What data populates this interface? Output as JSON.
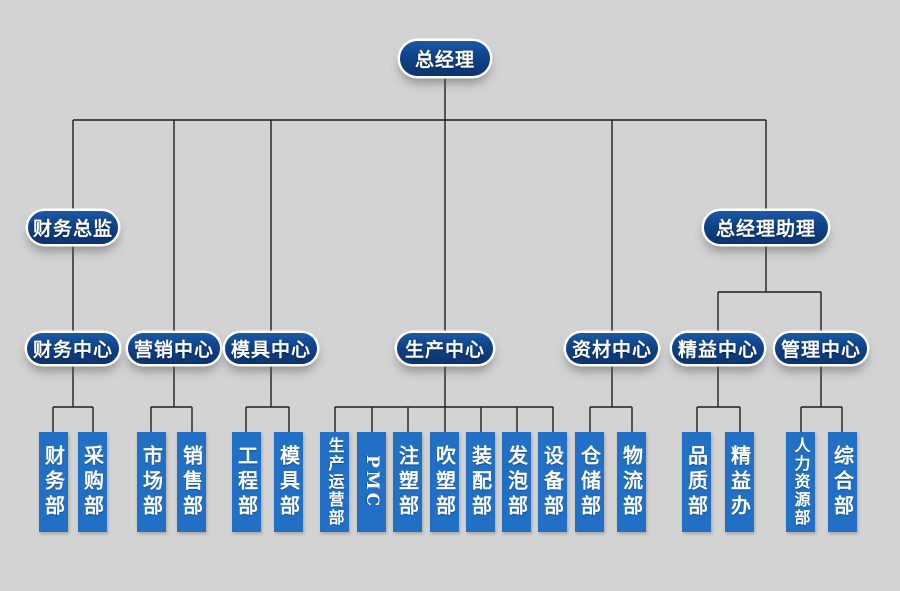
{
  "chart_type": "org-chart",
  "colors": {
    "background": "#d3d3d3",
    "pill_blue_top": "#1b59a6",
    "pill_blue_bottom": "#0b356f",
    "box_blue": "#2170c5",
    "text": "#ffffff",
    "connector_line": "#1f1f1f",
    "pill_halo": "#ffffff"
  },
  "nodes": [
    {
      "id": "general-manager",
      "label": "总经理",
      "parent": null
    },
    {
      "id": "finance-director",
      "label": "财务总监",
      "parent": "general-manager"
    },
    {
      "id": "gm-assistant",
      "label": "总经理助理",
      "parent": "general-manager"
    },
    {
      "id": "finance-center",
      "label": "财务中心",
      "parent": "finance-director"
    },
    {
      "id": "marketing-center",
      "label": "营销中心",
      "parent": "general-manager"
    },
    {
      "id": "mold-center",
      "label": "模具中心",
      "parent": "general-manager"
    },
    {
      "id": "production-center",
      "label": "生产中心",
      "parent": "general-manager"
    },
    {
      "id": "materials-center",
      "label": "资材中心",
      "parent": "general-manager"
    },
    {
      "id": "lean-center",
      "label": "精益中心",
      "parent": "gm-assistant"
    },
    {
      "id": "management-center",
      "label": "管理中心",
      "parent": "gm-assistant"
    },
    {
      "id": "finance-dept",
      "label": "财务部",
      "parent": "finance-center"
    },
    {
      "id": "purchasing-dept",
      "label": "采购部",
      "parent": "finance-center"
    },
    {
      "id": "market-dept",
      "label": "市场部",
      "parent": "marketing-center"
    },
    {
      "id": "sales-dept",
      "label": "销售部",
      "parent": "marketing-center"
    },
    {
      "id": "engineering-dept",
      "label": "工程部",
      "parent": "mold-center"
    },
    {
      "id": "mold-dept",
      "label": "模具部",
      "parent": "mold-center"
    },
    {
      "id": "production-operations-dept",
      "label": "生产运营部",
      "parent": "production-center"
    },
    {
      "id": "pmc",
      "label": "PMC",
      "parent": "production-center"
    },
    {
      "id": "injection-molding-dept",
      "label": "注塑部",
      "parent": "production-center"
    },
    {
      "id": "blow-molding-dept",
      "label": "吹塑部",
      "parent": "production-center"
    },
    {
      "id": "assembly-dept",
      "label": "装配部",
      "parent": "production-center"
    },
    {
      "id": "foaming-dept",
      "label": "发泡部",
      "parent": "production-center"
    },
    {
      "id": "equipment-dept",
      "label": "设备部",
      "parent": "production-center"
    },
    {
      "id": "warehouse-dept",
      "label": "仓储部",
      "parent": "materials-center"
    },
    {
      "id": "logistics-dept",
      "label": "物流部",
      "parent": "materials-center"
    },
    {
      "id": "quality-dept",
      "label": "品质部",
      "parent": "lean-center"
    },
    {
      "id": "lean-office",
      "label": "精益办",
      "parent": "lean-center"
    },
    {
      "id": "hr-dept",
      "label": "人力资源部",
      "parent": "management-center"
    },
    {
      "id": "general-affairs-dept",
      "label": "综合部",
      "parent": "management-center"
    }
  ]
}
